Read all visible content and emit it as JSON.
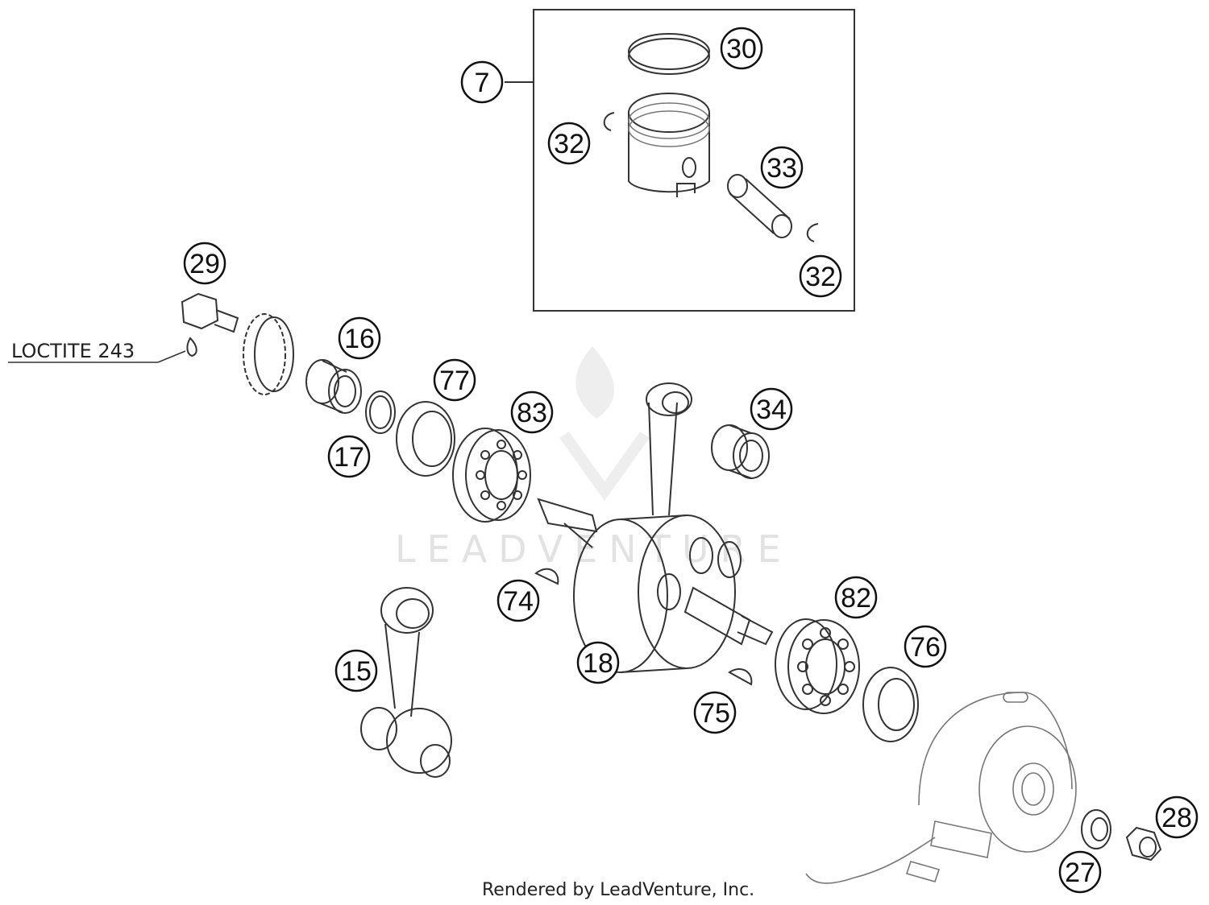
{
  "diagram": {
    "callouts": [
      "7",
      "30",
      "32",
      "33",
      "32",
      "29",
      "16",
      "77",
      "83",
      "34",
      "17",
      "74",
      "82",
      "18",
      "15",
      "76",
      "75",
      "28",
      "27"
    ],
    "note_label": "LOCTITE 243",
    "credit": "Rendered by LeadVenture, Inc.",
    "watermark": "LEADVENTURE",
    "colors": {
      "line": "#333333",
      "watermark": "#e2e2e2"
    }
  }
}
